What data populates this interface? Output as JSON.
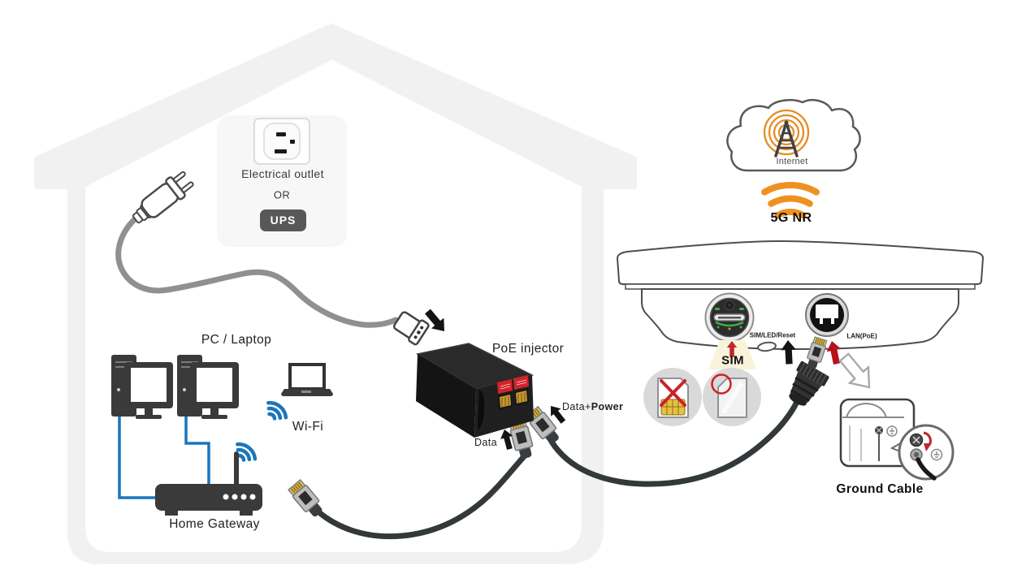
{
  "labels": {
    "electrical_outlet": "Electrical outlet",
    "or": "OR",
    "ups": "UPS",
    "pc_laptop": "PC / Laptop",
    "wifi": "Wi-Fi",
    "home_gateway": "Home Gateway",
    "poe_injector": "PoE injector",
    "data": "Data",
    "data_power_prefix": "Data+",
    "data_power_bold": "Power",
    "internet": "Internet",
    "five_g": "5G NR",
    "sim": "SIM",
    "sim_port": "SIM/LED/Reset",
    "lan_port": "LAN(PoE)",
    "ground_cable": "Ground Cable"
  },
  "colors": {
    "house_wall": "#f1f1f1",
    "lan_blue": "#1b75bc",
    "signal_orange": "#ef9121",
    "alert_red": "#c1272d",
    "injector_label_red": "#d2232a",
    "led_green": "#3fae49",
    "power_cord_gray": "#909090",
    "ethernet_dark": "#33383a",
    "device_dark": "#3a3a3a",
    "gold_pins": "#d9b43a",
    "ups_badge_bg": "#58585a"
  }
}
